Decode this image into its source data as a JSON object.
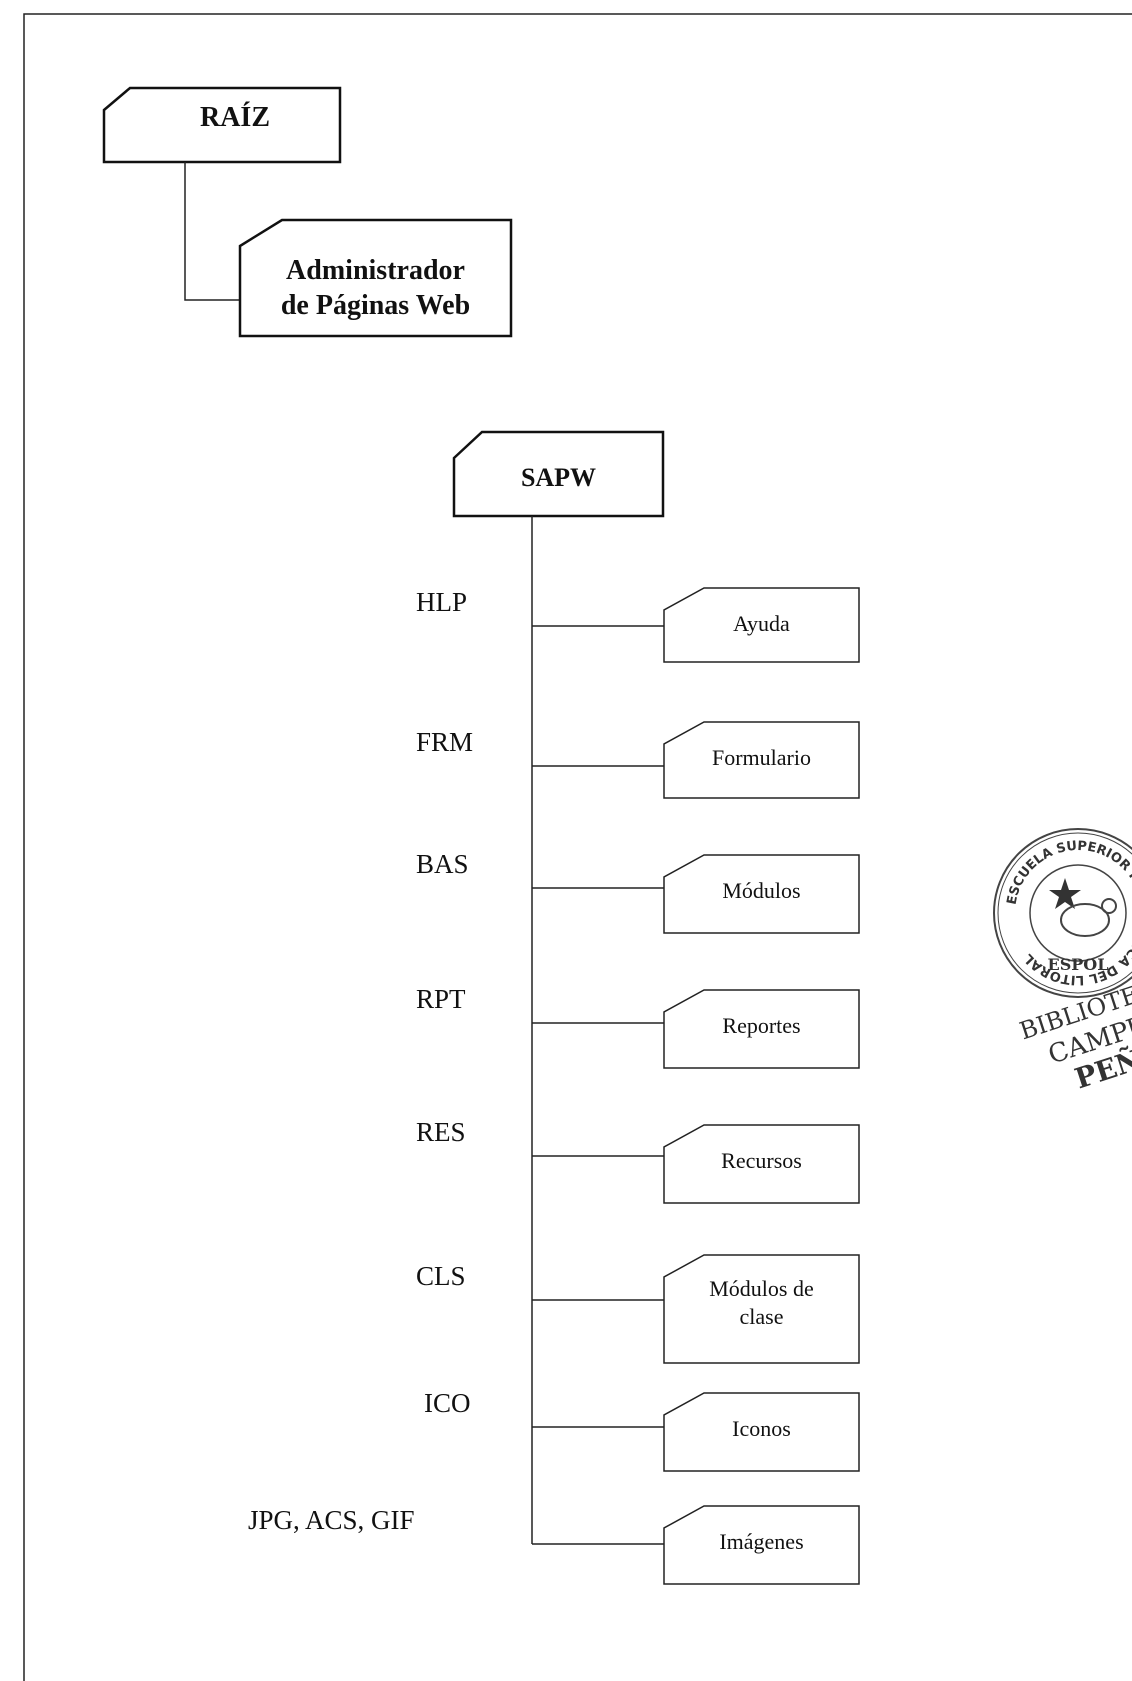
{
  "root": {
    "label": "RAÍZ"
  },
  "app_folder": {
    "label_line1": "Administrador",
    "label_line2": "de Páginas Web"
  },
  "sapw": {
    "label": "SAPW"
  },
  "folders": [
    {
      "ext": "HLP",
      "name_line1": "Ayuda",
      "name_line2": ""
    },
    {
      "ext": "FRM",
      "name_line1": "Formulario",
      "name_line2": ""
    },
    {
      "ext": "BAS",
      "name_line1": "Módulos",
      "name_line2": ""
    },
    {
      "ext": "RPT",
      "name_line1": "Reportes",
      "name_line2": ""
    },
    {
      "ext": "RES",
      "name_line1": "Recursos",
      "name_line2": ""
    },
    {
      "ext": "CLS",
      "name_line1": "Módulos de",
      "name_line2": "clase"
    },
    {
      "ext": "ICO",
      "name_line1": "Iconos",
      "name_line2": ""
    },
    {
      "ext": "JPG, ACS, GIF",
      "name_line1": "Imágenes",
      "name_line2": ""
    }
  ],
  "stamp": {
    "ring_text": "ESCUELA SUPERIOR POLITECNICA DEL LITORAL",
    "center_text": "ESPOL",
    "lines": [
      "BIBLIOTECA",
      "CAMPUS",
      "PEÑAS"
    ]
  },
  "colors": {
    "ink": "#111111",
    "stamp": "#333333"
  }
}
